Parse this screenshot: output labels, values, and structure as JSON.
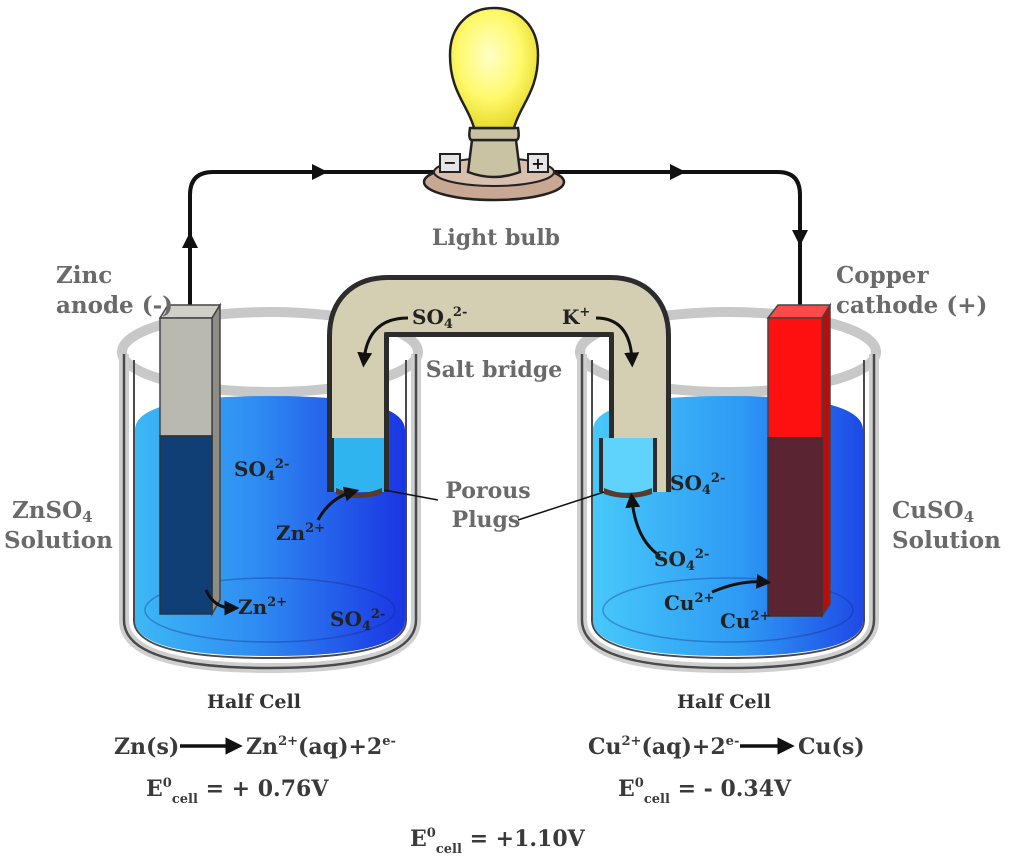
{
  "labels": {
    "light_bulb": "Light bulb",
    "zinc_anode_line1": "Zinc",
    "zinc_anode_line2": "anode (-)",
    "copper_cathode_line1": "Copper",
    "copper_cathode_line2": "cathode (+)",
    "salt_bridge": "Salt bridge",
    "porous_plugs_line1": "Porous",
    "porous_plugs_line2": "Plugs",
    "znso4_line1": "ZnSO",
    "znso4_sub": "4",
    "znso4_line2": "Solution",
    "cuso4_line1": "CuSO",
    "cuso4_sub": "4",
    "cuso4_line2": "Solution",
    "half_cell_left": "Half Cell",
    "half_cell_right": "Half Cell"
  },
  "ions": {
    "so4_base": "SO",
    "so4_sub": "4",
    "so4_charge": "2-",
    "zn_base": "Zn",
    "zn_charge": "2+",
    "cu_base": "Cu",
    "cu_charge": "2+",
    "k_base": "K",
    "k_charge": "+"
  },
  "bulb": {
    "minus_sign": "−",
    "plus_sign": "+"
  },
  "equations": {
    "left_reactant": "Zn(s)",
    "left_product_a": "Zn",
    "left_product_sup": "2+",
    "left_product_b": "(aq)+2",
    "left_product_e": "e-",
    "right_reactant_a": "Cu",
    "right_reactant_sup": "2+",
    "right_reactant_b": "(aq)+2",
    "right_reactant_e": "e-",
    "right_product": "Cu(s)",
    "e0_symbol": "E",
    "e0_sup": "0",
    "e0_sub": "cell",
    "left_potential": " = + 0.76V",
    "right_potential": "  = - 0.34V",
    "total_potential": " = +1.10V"
  },
  "colors": {
    "solution_light": "#3db8f5",
    "solution_dark": "#1f3fe6",
    "zinc_electrode": "#b9b9b2",
    "zinc_submerged": "#0f3f74",
    "copper_electrode": "#ff1010",
    "copper_submerged": "#5a2432",
    "salt_bridge": "#d4cfb2",
    "bulb_glass": "#fff96a",
    "bulb_base": "#c9c3a4",
    "socket": "#c8a892",
    "wire": "#111111",
    "beaker_rim": "#c8c8c8"
  }
}
